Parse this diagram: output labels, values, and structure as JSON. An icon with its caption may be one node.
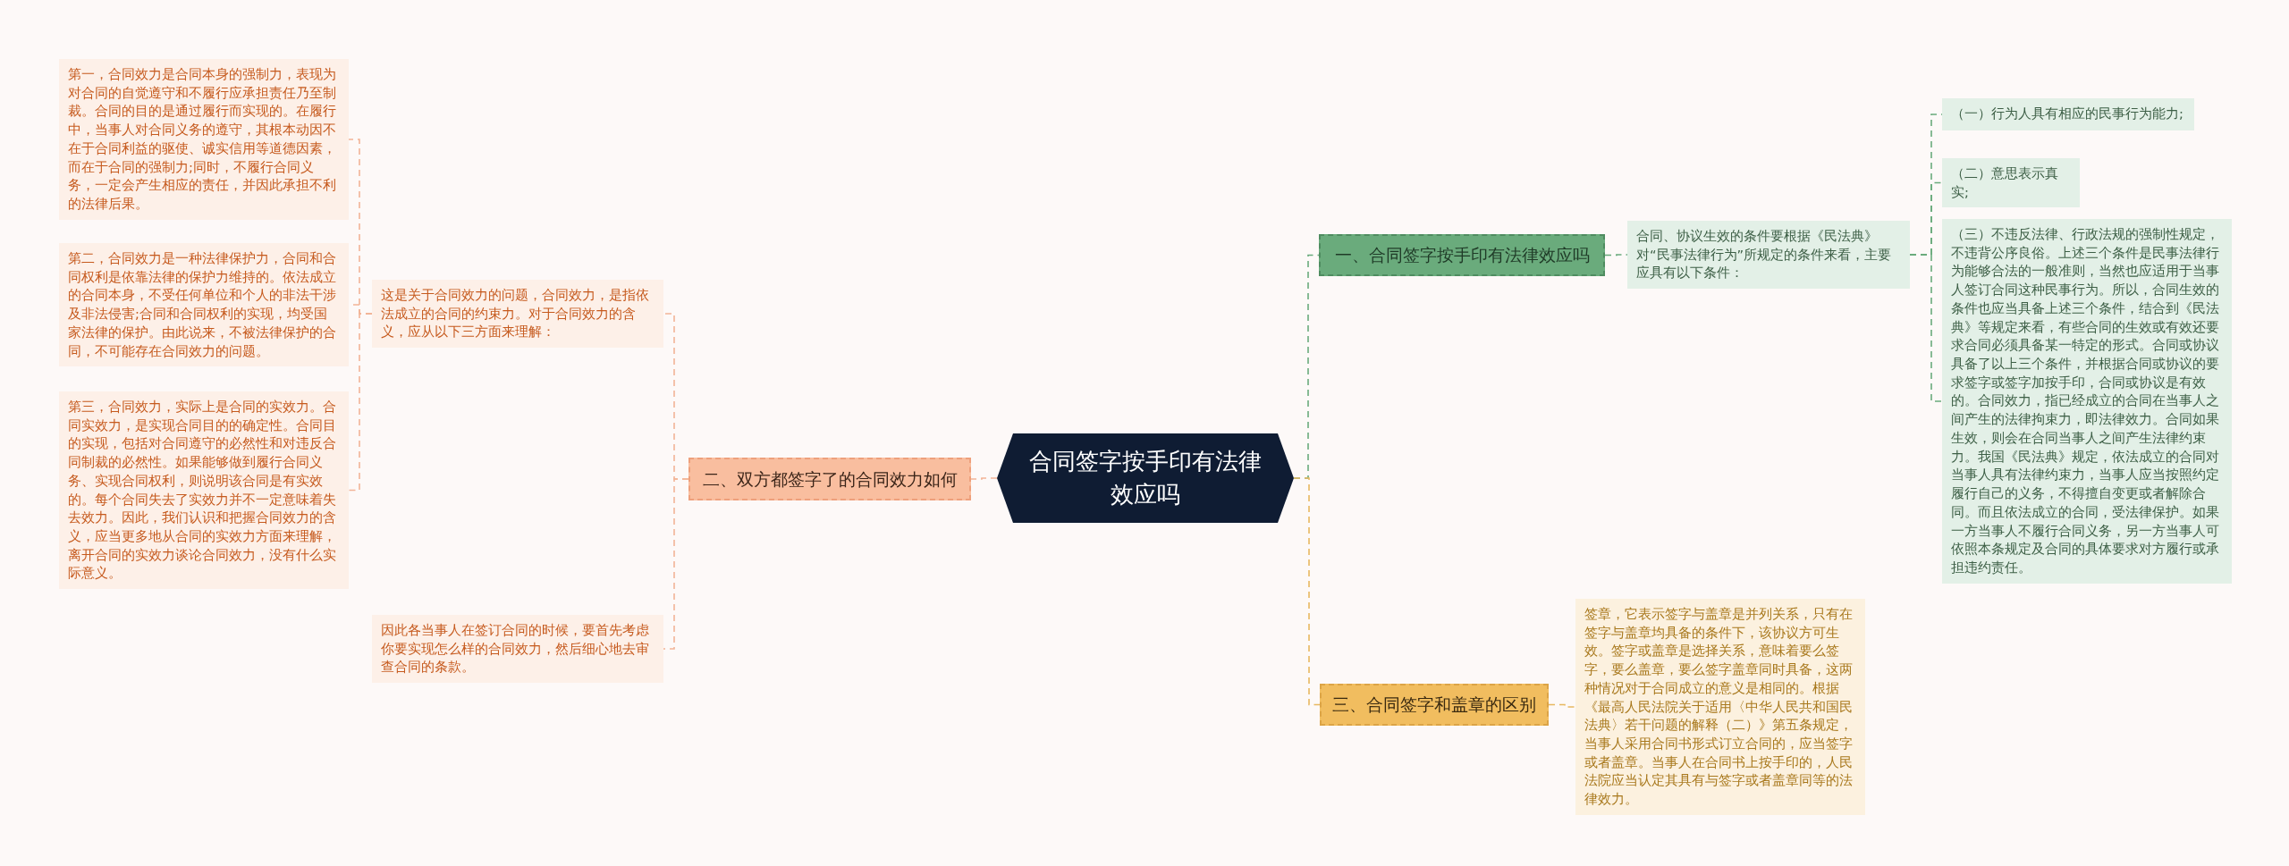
{
  "diagram": {
    "nodes": [
      {
        "text": [
          "合同签字按手印有法律效应吗"
        ]
      },
      {
        "text": [
          "一、合同签字按手印有法律效应吗"
        ]
      },
      {
        "text": [
          "合同、协议生效的条件要根据《民法典》对“民事法律行为”所规定的条件来看，主要应具有以下条件："
        ]
      },
      {
        "text": [
          "（一）行为人具有相应的民事行为能力;"
        ]
      },
      {
        "text": [
          "（二）意思表示真实;"
        ]
      },
      {
        "text": [
          "（三）不违反法律、行政法规的强制性规定，不违背公序良俗。上述三个条件是民事法律行为能够合法的一般准则，当然也应适用于当事人签订合同这种民事行为。所以，合同生效的条件也应当具备上述三个条件，结合到《民法典》等规定来看，有些合同的生效或有效还要求合同必须具备某一特定的形式。合同或协议具备了以上三个条件，并根据合同或协议的要求签字或签字加按手印，合同或协议是有效的。合同效力，指已经成立的合同在当事人之间产生的法律拘束力，即法律效力。合同如果生效，则会在合同当事人之间产生法律约束力。我国《民法典》规定，依法成立的合同对当事人具有法律约束力，当事人应当按照约定履行自己的义务，不得擅自变更或者解除合同。而且依法成立的合同，受法律保护。如果一方当事人不履行合同义务，另一方当事人可依照本条规定及合同的具体要求对方履行或承担违约责任。"
        ]
      },
      {
        "text": [
          "二、双方都签字了的合同效力如何"
        ]
      },
      {
        "text": [
          "这是关于合同效力的问题，合同效力，是指依法成立的合同的约束力。对于合同效力的含义，应从以下三方面来理解："
        ]
      },
      {
        "text": [
          "第一，合同效力是合同本身的强制力，表现为对合同的自觉遵守和不履行应承担责任乃至制裁。合同的目的是通过履行而实现的。在履行中，当事人对合同义务的遵守，其根本动因不在于合同利益的驱使、诚实信用等道德因素，而在于合同的强制力;同时，不履行合同义务，一定会产生相应的责任，并因此承担不利的法律后果。"
        ]
      },
      {
        "text": [
          "第二，合同效力是一种法律保护力，合同和合同权利是依靠法律的保护力维持的。依法成立的合同本身，不受任何单位和个人的非法干涉及非法侵害;合同和合同权利的实现，均受国家法律的保护。由此说来，不被法律保护的合同，不可能存在合同效力的问题。"
        ]
      },
      {
        "text": [
          "第三，合同效力，实际上是合同的实效力。合同实效力，是实现合同目的的确定性。合同目的实现，包括对合同遵守的必然性和对违反合同制裁的必然性。如果能够做到履行合同义务、实现合同权利，则说明该合同是有实效的。每个合同失去了实效力并不一定意味着失去效力。因此，我们认识和把握合同效力的含义，应当更多地从合同的实效力方面来理解，离开合同的实效力谈论合同效力，没有什么实际意义。"
        ]
      },
      {
        "text": [
          "因此各当事人在签订合同的时候，要首先考虑你要实现怎么样的合同效力，然后细心地去审查合同的条款。"
        ]
      },
      {
        "text": [
          "三、合同签字和盖章的区别"
        ]
      },
      {
        "text": [
          "签章，它表示签字与盖章是并列关系，只有在签字与盖章均具备的条件下，该协议方可生效。签字或盖章是选择关系，意味着要么签字，要么盖章，要么签字盖章同时具备，这两种情况对于合同成立的意义是相同的。根据《最高人民法院关于适用〈中华人民共和国民法典〉若干问题的解释（二）》第五条规定，当事人采用合同书形式订立合同的，应当签字或者盖章。当事人在合同书上按手印的，人民法院应当认定其具有与签字或者盖章同等的法律效力。"
        ]
      }
    ],
    "edges": [
      {
        "from": 0,
        "to": 1,
        "arrow": "none",
        "color": "#6aab7c"
      },
      {
        "from": 1,
        "to": 2,
        "arrow": "none",
        "color": "#6aab7c"
      },
      {
        "from": 2,
        "to": 3,
        "arrow": "none",
        "color": "#6aab7c"
      },
      {
        "from": 2,
        "to": 4,
        "arrow": "none",
        "color": "#6aab7c"
      },
      {
        "from": 2,
        "to": 5,
        "arrow": "none",
        "color": "#6aab7c"
      },
      {
        "from": 0,
        "to": 6,
        "arrow": "none",
        "color": "#f2b497"
      },
      {
        "from": 6,
        "to": 7,
        "arrow": "none",
        "color": "#f2b497"
      },
      {
        "from": 7,
        "to": 8,
        "arrow": "none",
        "color": "#f2b497"
      },
      {
        "from": 7,
        "to": 9,
        "arrow": "none",
        "color": "#f2b497"
      },
      {
        "from": 7,
        "to": 10,
        "arrow": "none",
        "color": "#f2b497"
      },
      {
        "from": 6,
        "to": 11,
        "arrow": "none",
        "color": "#f2b497"
      },
      {
        "from": 0,
        "to": 12,
        "arrow": "none",
        "color": "#e8b860"
      },
      {
        "from": 12,
        "to": 13,
        "arrow": "none",
        "color": "#e8b860"
      }
    ]
  }
}
